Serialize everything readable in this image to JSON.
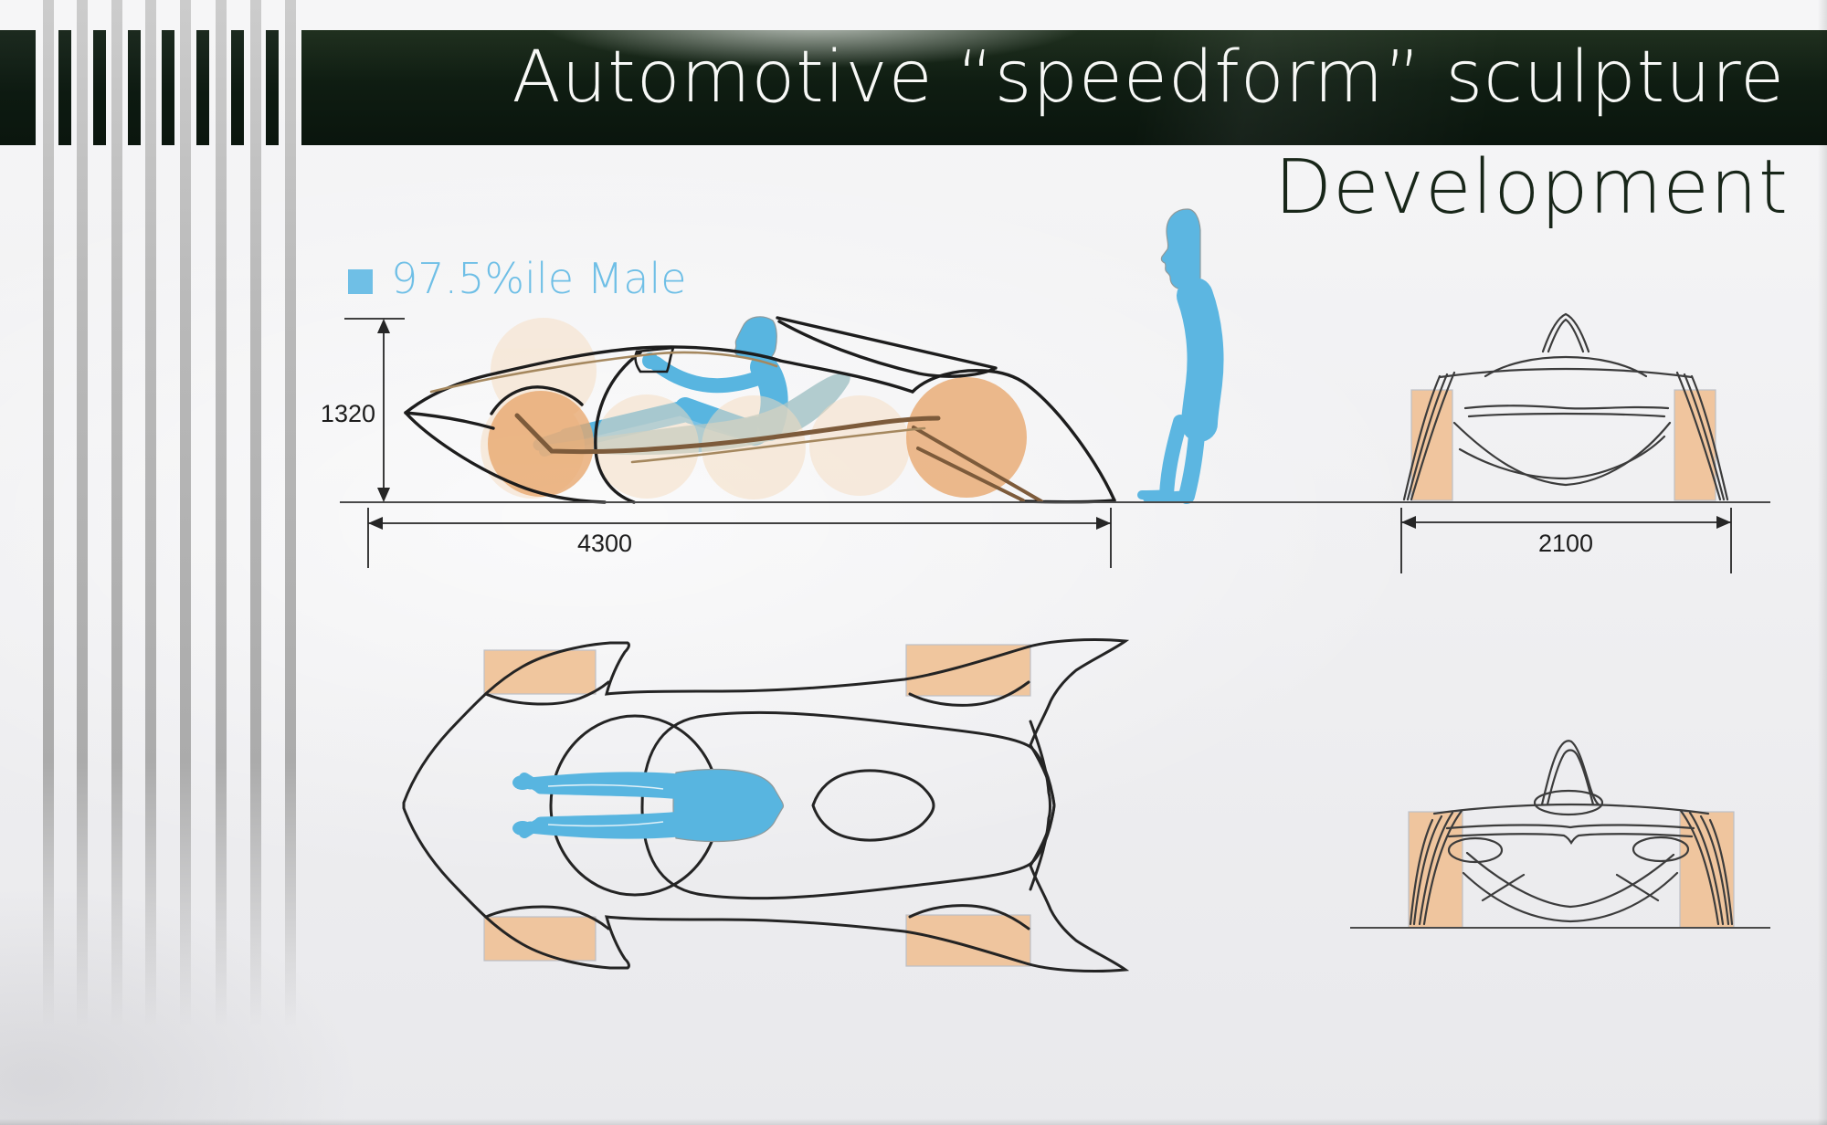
{
  "slide": {
    "title_line1": "Automotive “speedform” sculpture",
    "title_line2": "Development"
  },
  "legend": {
    "label": "97.5%ile Male",
    "swatch_color": "#6fbfe6"
  },
  "dimensions": {
    "side_height": "1320",
    "side_length": "4300",
    "front_width": "2100"
  },
  "colors": {
    "banner_green": "#0f1d12",
    "figure_blue": "#5cb6e1",
    "wheel_orange": "#e8a76d",
    "ghost_peach": "#f6dcbf",
    "wheel_box_orange": "#f0c093"
  }
}
